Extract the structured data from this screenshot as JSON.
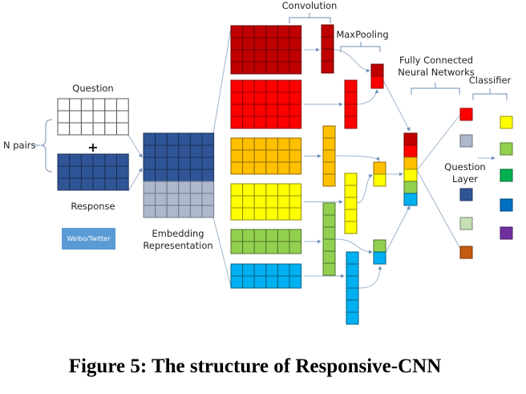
{
  "figure": {
    "caption": "Figure 5: The structure of Responsive-CNN",
    "labels": {
      "question": "Question",
      "response": "Response",
      "n_pairs": "N pairs",
      "plus": "+",
      "embedding_line1": "Embedding",
      "embedding_line2": "Representation",
      "convolution": "Convolution",
      "maxpooling": "MaxPooling",
      "fc_line1": "Fully Connected",
      "fc_line2": "Neural Networks",
      "classifier": "Classifier",
      "question_layer_line1": "Question",
      "question_layer_line2": "Layer",
      "source_badge": "Weibo/Twitter"
    },
    "colors": {
      "question_grid": "#ffffff",
      "response_grid": "#2f5597",
      "embedding_gray": "#adb9ca",
      "source_badge": "#5b9bd5",
      "dark_red": "#c00000",
      "red": "#ff0000",
      "orange": "#ffc000",
      "yellow": "#ffff00",
      "green": "#92d050",
      "blue": "#00b0f0"
    },
    "input_grids": {
      "question": {
        "rows": 3,
        "cols": 6
      },
      "response": {
        "rows": 3,
        "cols": 6
      }
    },
    "embedding": {
      "cols": 6,
      "response_rows": 4,
      "question_rows": 3
    },
    "feature_maps": [
      {
        "name": "dark-red",
        "color": "#c00000",
        "rows": 4,
        "cols": 6,
        "conv_cells": 4
      },
      {
        "name": "red",
        "color": "#ff0000",
        "rows": 4,
        "cols": 6,
        "conv_cells": 4
      },
      {
        "name": "orange",
        "color": "#ffc000",
        "rows": 3,
        "cols": 6,
        "conv_cells": 5
      },
      {
        "name": "yellow",
        "color": "#ffff00",
        "rows": 3,
        "cols": 6,
        "conv_cells": 5
      },
      {
        "name": "green",
        "color": "#92d050",
        "rows": 2,
        "cols": 6,
        "conv_cells": 6
      },
      {
        "name": "blue",
        "color": "#00b0f0",
        "rows": 2,
        "cols": 6,
        "conv_cells": 6
      }
    ],
    "pooled": [
      [
        "#c00000",
        "#ff0000"
      ],
      [
        "#ffc000",
        "#ffff00"
      ],
      [
        "#92d050",
        "#00b0f0"
      ]
    ],
    "fully_connected": [
      "#c00000",
      "#ff0000",
      "#ffc000",
      "#ffff00",
      "#92d050",
      "#00b0f0"
    ],
    "question_layer": [
      "#ff0000",
      "#adb9ca",
      "#2f5597",
      "#c5e0b4",
      "#c55a11"
    ],
    "classifier": [
      "#ffff00",
      "#92d050",
      "#00b050",
      "#0070c0",
      "#7030a0"
    ]
  }
}
